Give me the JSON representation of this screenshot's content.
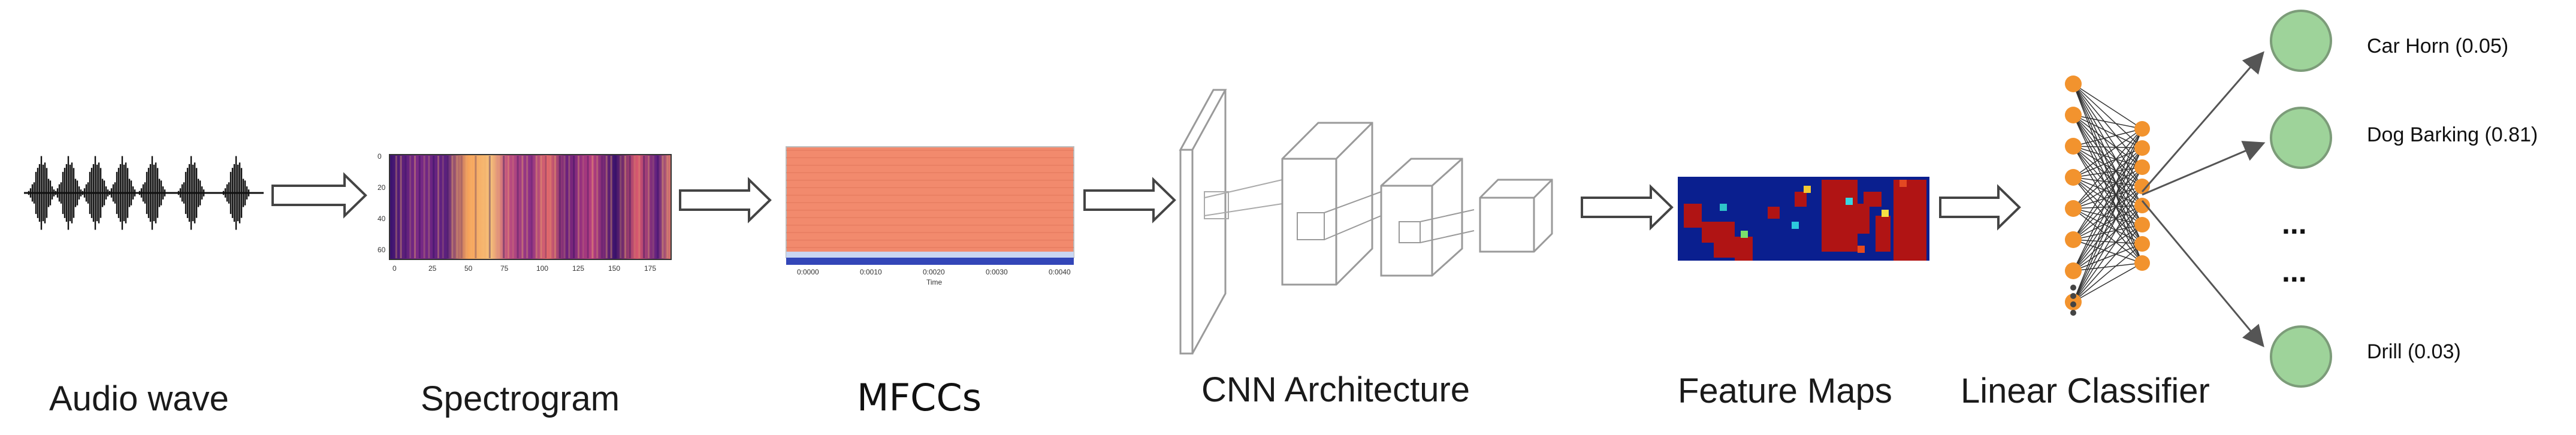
{
  "stages": {
    "audio_wave": "Audio wave",
    "spectrogram": "Spectrogram",
    "mfccs": "MFCCs",
    "cnn": "CNN Architecture",
    "feature_maps": "Feature Maps",
    "linear_classifier": "Linear Classifier"
  },
  "outputs": [
    {
      "label": "Car Horn  (0.05)"
    },
    {
      "label": "Dog Barking  (0.81)"
    },
    {
      "label": "Drill  (0.03)"
    }
  ],
  "ellipsis": [
    "...",
    "..."
  ],
  "spectrogram_ticks": {
    "y": [
      "0",
      "20",
      "40",
      "60"
    ],
    "x": [
      "0",
      "25",
      "50",
      "75",
      "100",
      "125",
      "150",
      "175"
    ]
  },
  "mfcc_ticks": {
    "x": [
      "0:0000",
      "0:0010",
      "0:0020",
      "0:0030",
      "0:0040"
    ],
    "xlabel": "Time"
  },
  "colors": {
    "output_node_fill": "#9ed39a",
    "output_node_stroke": "#7c9c79",
    "classifier_node": "#f2932e",
    "mfcc_fill": "#f28a6d",
    "mfcc_bar": "#3346b8",
    "feature_map_bg": "#0a1f8f",
    "feature_map_hot": "#b01414"
  }
}
